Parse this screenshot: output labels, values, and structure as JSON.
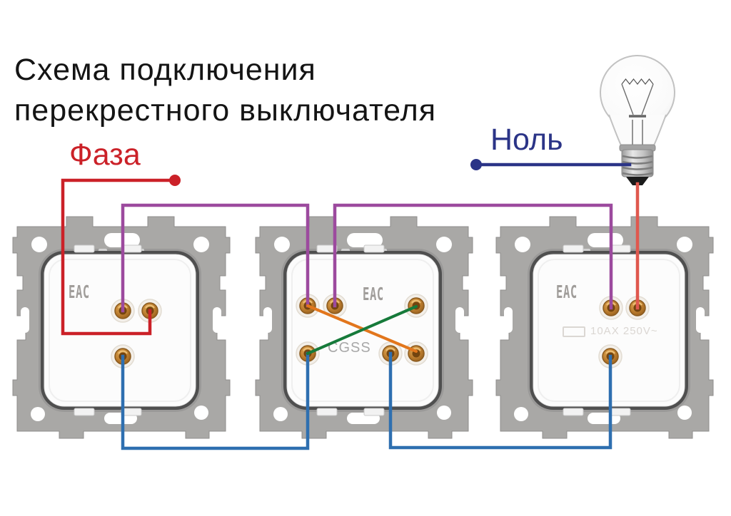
{
  "title": {
    "line1": "Схема подключения",
    "line2": "перекрестного выключателя"
  },
  "labels": {
    "phase": "Фаза",
    "neutral": "Ноль"
  },
  "switches": [
    {
      "name": "switch-1",
      "cert_logo": "ЕАС"
    },
    {
      "name": "switch-2",
      "cert_logo": "ЕАС",
      "brand": "CGSS"
    },
    {
      "name": "switch-3",
      "cert_logo": "ЕАС",
      "rating": "10AX 250V~"
    }
  ],
  "colors": {
    "title-black": "#141414",
    "phase-red": "#cb2128",
    "lamp-red": "#e0584e",
    "neutral-navy": "#2b3487",
    "jumper-purple": "#9c4a9e",
    "jumper-blue": "#2e6fb0",
    "cross-green": "#167a3a",
    "cross-orange": "#e2761c"
  },
  "wires": [
    {
      "name": "phase-feed",
      "color_key": "phase-red",
      "from": "phase-source-dot",
      "to": "switch-1-top-right-terminal"
    },
    {
      "name": "jumper-1",
      "color_key": "jumper-purple",
      "from": "switch-1-top-left-terminal",
      "to": "switch-2-top-terminal-1"
    },
    {
      "name": "jumper-2",
      "color_key": "jumper-purple",
      "from": "switch-2-top-terminal-2",
      "to": "switch-3-top-left-terminal"
    },
    {
      "name": "jumper-3",
      "color_key": "jumper-blue",
      "from": "switch-1-bottom-terminal",
      "to": "switch-2-bottom-terminal-1"
    },
    {
      "name": "jumper-4",
      "color_key": "jumper-blue",
      "from": "switch-2-bottom-terminal-2",
      "to": "switch-3-bottom-terminal"
    },
    {
      "name": "cross-link-1",
      "color_key": "cross-orange",
      "from": "switch-2-top-terminal-1",
      "to": "switch-2-bottom-terminal-3"
    },
    {
      "name": "cross-link-2",
      "color_key": "cross-green",
      "from": "switch-2-bottom-terminal-1",
      "to": "switch-2-top-terminal-3"
    },
    {
      "name": "neutral-feed",
      "color_key": "neutral-navy",
      "from": "neutral-source-dot",
      "to": "lamp"
    },
    {
      "name": "lamp-feed",
      "color_key": "lamp-red",
      "from": "lamp",
      "to": "switch-3-top-right-terminal"
    }
  ]
}
